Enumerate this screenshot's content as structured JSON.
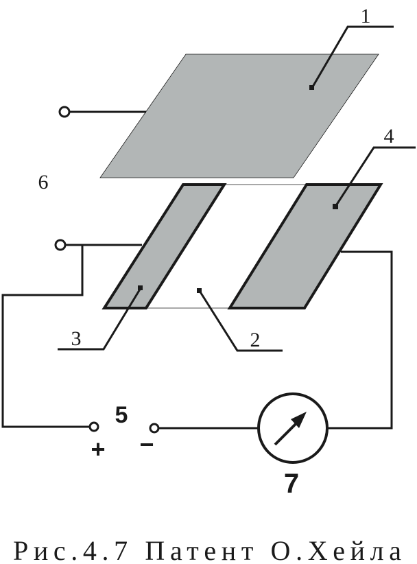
{
  "labels": {
    "n1": "1",
    "n2": "2",
    "n3": "3",
    "n4": "4",
    "n5": "5",
    "n6": "6",
    "n7": "7",
    "plus": "+",
    "minus": "−"
  },
  "caption": "Рис.4.7 Патент О.Хейла",
  "colors": {
    "plate_fill": "#b2b6b6",
    "line": "#1a1a1a",
    "background": "#ffffff"
  },
  "icons": {
    "meter": "gauge-meter-icon",
    "terminal": "terminal-circle-icon"
  }
}
